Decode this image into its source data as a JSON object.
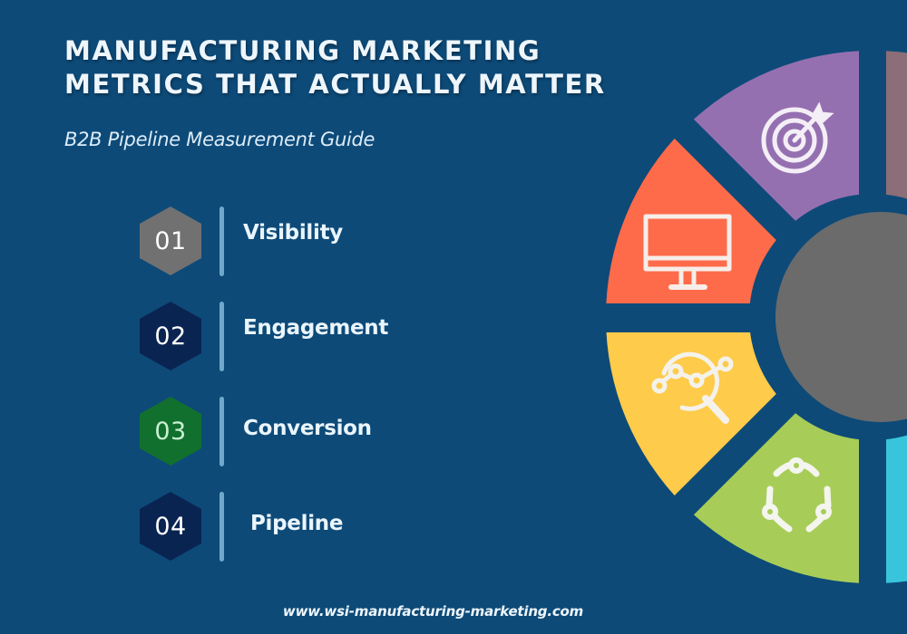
{
  "header": {
    "title_line1": "MANUFACTURING MARKETING",
    "title_line2": "METRICS THAT ACTUALLY MATTER",
    "subtitle": "B2B Pipeline Measurement Guide"
  },
  "steps": [
    {
      "number": "01",
      "label": "Visibility",
      "color": "#717171"
    },
    {
      "number": "02",
      "label": "Engagement",
      "color": "#0a2452"
    },
    {
      "number": "03",
      "label": "Conversion",
      "color": "#12702e"
    },
    {
      "number": "04",
      "label": "Pipeline",
      "color": "#0a2452"
    }
  ],
  "wheel": {
    "center_color": "#6b6b6b",
    "segments": [
      {
        "name": "monitor",
        "icon": "monitor-icon",
        "color": "#fe6b4a"
      },
      {
        "name": "target",
        "icon": "target-icon",
        "color": "#9570b1"
      },
      {
        "name": "mauve",
        "icon": "",
        "color": "#8b6e77"
      },
      {
        "name": "analytics",
        "icon": "analytics-search-icon",
        "color": "#fecb4a"
      },
      {
        "name": "network",
        "icon": "network-cycle-icon",
        "color": "#a7cd58"
      },
      {
        "name": "cyan",
        "icon": "",
        "color": "#38c5dc"
      }
    ]
  },
  "colors": {
    "background": "#0d4a78",
    "divider": "#6fa8cc",
    "text": "#eaf5fc"
  },
  "footer": {
    "url": "www.wsi-manufacturing-marketing.com"
  }
}
